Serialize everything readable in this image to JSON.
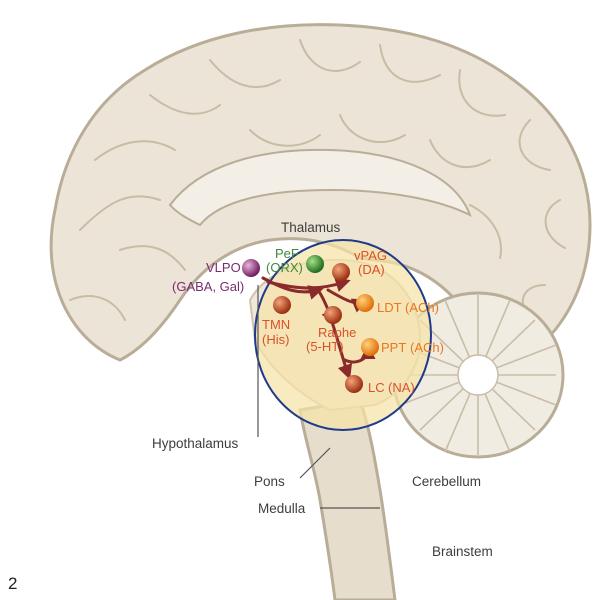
{
  "figure_number": "2",
  "anatomy_labels": {
    "thalamus": "Thalamus",
    "hypothalamus": "Hypothalamus",
    "pons": "Pons",
    "medulla": "Medulla",
    "cerebellum": "Cerebellum",
    "brainstem": "Brainstem"
  },
  "nuclei": {
    "vlpo": {
      "name": "VLPO",
      "transmitter": "(GABA, Gal)",
      "color": "#8e2f7e"
    },
    "pef": {
      "name": "PeF",
      "transmitter": "(ORX)",
      "color": "#2f8a2f"
    },
    "vpag": {
      "name": "vPAG",
      "transmitter": "(DA)",
      "color": "#c2461f"
    },
    "tmn": {
      "name": "TMN",
      "transmitter": "(His)",
      "color": "#c2461f"
    },
    "raphe": {
      "name": "Raphe",
      "transmitter": "(5-HT)",
      "color": "#c2461f"
    },
    "ldt": {
      "name": "LDT",
      "transmitter": "(ACh)",
      "color": "#f08a1c"
    },
    "ppt": {
      "name": "PPT",
      "transmitter": "(ACh)",
      "color": "#f08a1c"
    },
    "lc": {
      "name": "LC",
      "transmitter": "(NA)",
      "color": "#c2461f"
    }
  },
  "colors": {
    "brain_fill": "#ece4d6",
    "brain_stroke": "#b9ad98",
    "highlight_fill": "#f7e3a8",
    "highlight_stroke": "#1f3a8a",
    "pathway": "#8a2a2a"
  }
}
